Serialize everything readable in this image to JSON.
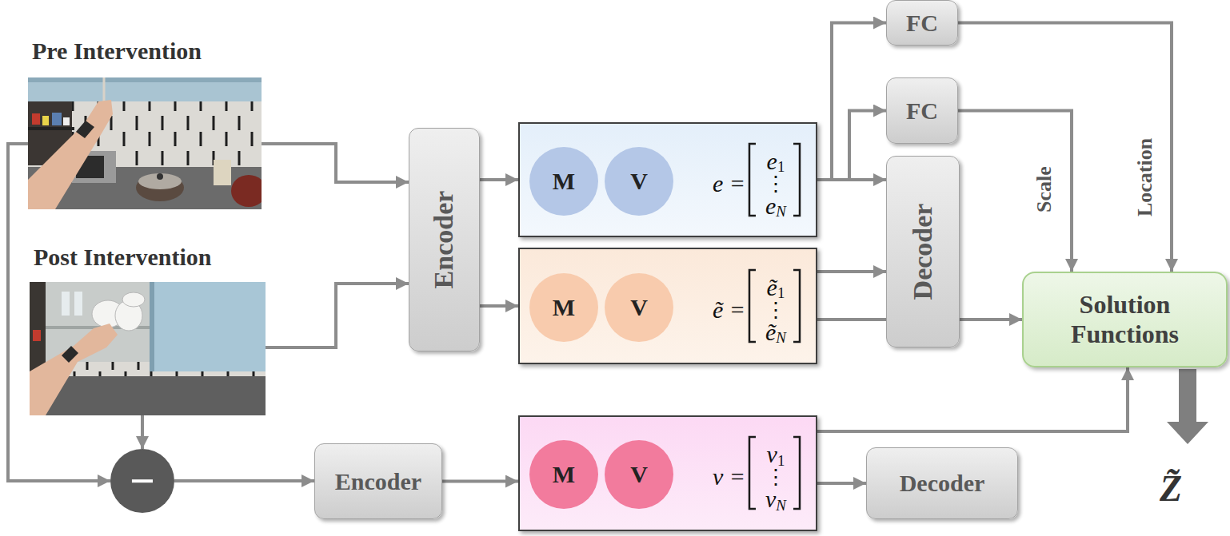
{
  "diagram": {
    "nodes": [
      {
        "text": [
          "Pre Intervention"
        ]
      },
      {
        "text": [
          "Post Intervention"
        ]
      },
      {
        "text": [
          "Encoder"
        ]
      },
      {
        "text": [
          "FC"
        ]
      },
      {
        "text": [
          "FC"
        ]
      },
      {
        "text": [
          "e =",
          "e",
          "1",
          "⋮",
          "e",
          "N"
        ]
      },
      {
        "text": [
          "M"
        ],
        "in": 5
      },
      {
        "text": [
          "V"
        ],
        "in": 5
      },
      {
        "text": [
          "Decoder"
        ]
      },
      {
        "text": [
          "ẽ =",
          "ẽ",
          "1",
          "⋮",
          "ẽ",
          "N"
        ]
      },
      {
        "text": [
          "M"
        ],
        "in": 9
      },
      {
        "text": [
          "V"
        ],
        "in": 9
      },
      {
        "text": [
          "Solution Functions"
        ]
      },
      {
        "text": [
          "−"
        ]
      },
      {
        "text": [
          "Encoder"
        ]
      },
      {
        "text": [
          "v =",
          "v",
          "1",
          "⋮",
          "v",
          "N"
        ]
      },
      {
        "text": [
          "M"
        ],
        "in": 15
      },
      {
        "text": [
          "V"
        ],
        "in": 15
      },
      {
        "text": [
          "Decoder"
        ]
      }
    ],
    "edges": [
      {
        "from": 0,
        "to": 2,
        "arrow": "to"
      },
      {
        "from": 1,
        "to": 2,
        "arrow": "to"
      },
      {
        "from": 2,
        "to": 5,
        "arrow": "to"
      },
      {
        "from": 2,
        "to": 9,
        "arrow": "to"
      },
      {
        "from": 5,
        "to": 3,
        "arrow": "to"
      },
      {
        "from": 5,
        "to": 4,
        "arrow": "to"
      },
      {
        "from": 5,
        "to": 8,
        "arrow": "to"
      },
      {
        "from": 9,
        "to": 8,
        "arrow": "to"
      },
      {
        "from": 9,
        "to": 12,
        "arrow": "to"
      },
      {
        "from": 4,
        "to": 12,
        "label": "Scale",
        "arrow": "to"
      },
      {
        "from": 3,
        "to": 12,
        "label": "Location",
        "arrow": "to"
      },
      {
        "from": 0,
        "to": 13,
        "arrow": "to"
      },
      {
        "from": 1,
        "to": 13,
        "arrow": "to"
      },
      {
        "from": 13,
        "to": 14,
        "arrow": "to"
      },
      {
        "from": 14,
        "to": 15,
        "arrow": "to"
      },
      {
        "from": 15,
        "to": 18,
        "arrow": "to"
      },
      {
        "from": 15,
        "to": 12,
        "arrow": "to"
      }
    ],
    "labels": [
      "Z̃"
    ]
  }
}
